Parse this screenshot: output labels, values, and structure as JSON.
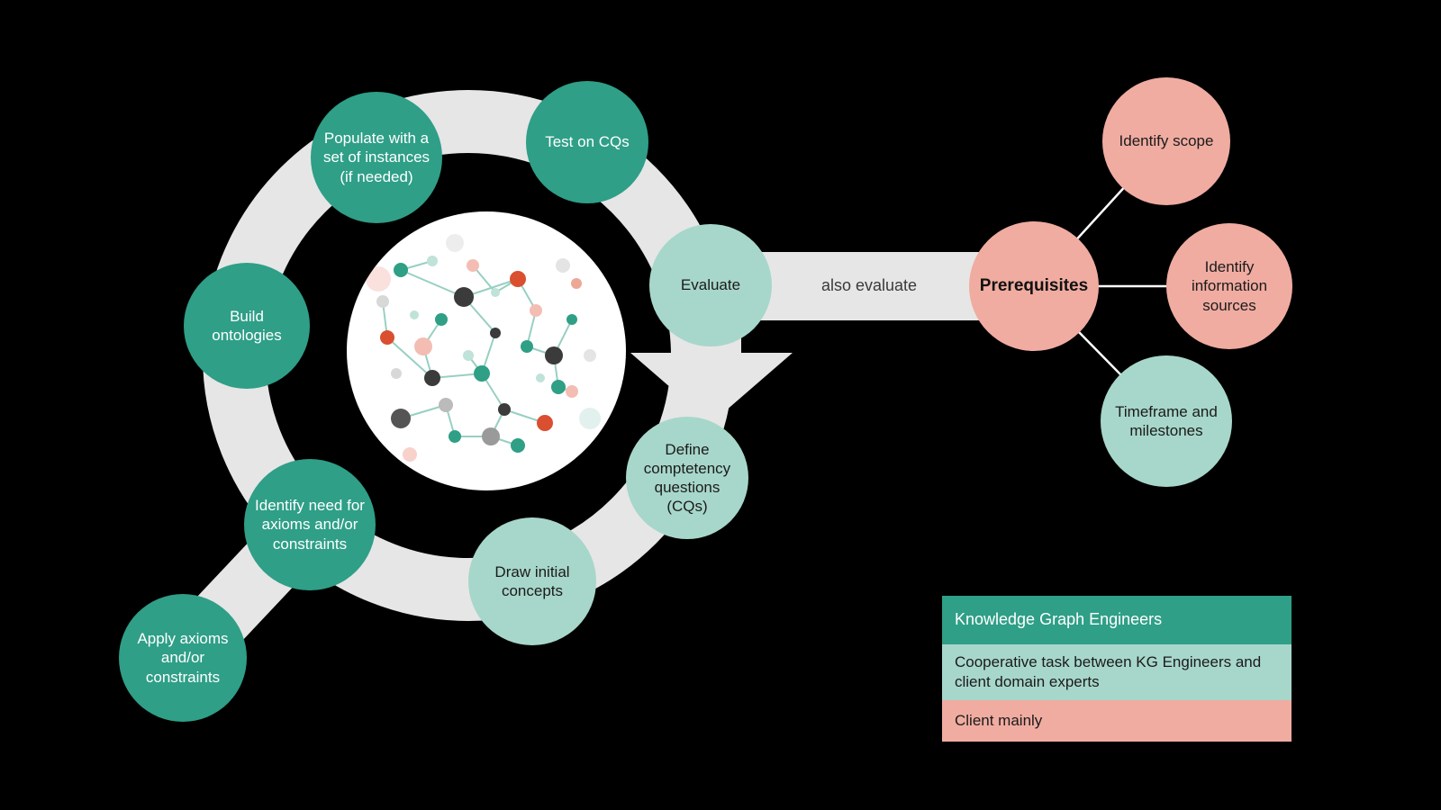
{
  "colors": {
    "engineer": "#2f9f87",
    "cooperative": "#a7d7ca",
    "client": "#f0aca1",
    "band": "#e6e6e6",
    "background": "#000000"
  },
  "cycle": {
    "steps": [
      {
        "label": "Populate with a set of instances (if needed)",
        "role": "engineer"
      },
      {
        "label": "Test on CQs",
        "role": "engineer"
      },
      {
        "label": "Evaluate",
        "role": "cooperative"
      },
      {
        "label": "Define comptetency questions (CQs)",
        "role": "cooperative"
      },
      {
        "label": "Draw initial concepts",
        "role": "cooperative"
      },
      {
        "label": "Identify need for axioms and/or constraints",
        "role": "engineer"
      },
      {
        "label": "Apply axioms and/or constraints",
        "role": "engineer"
      },
      {
        "label": "Build ontologies",
        "role": "engineer"
      }
    ]
  },
  "connector": {
    "label": "also evaluate"
  },
  "prerequisites": {
    "hub_label": "Prerequisites",
    "items": [
      {
        "label": "Identify scope",
        "role": "client"
      },
      {
        "label": "Identify information sources",
        "role": "client"
      },
      {
        "label": "Timeframe and milestones",
        "role": "cooperative"
      }
    ]
  },
  "legend": {
    "rows": [
      {
        "label": "Knowledge Graph Engineers",
        "role": "engineer"
      },
      {
        "label": "Cooperative task between KG Engineers and client domain experts",
        "role": "cooperative"
      },
      {
        "label": "Client mainly",
        "role": "client"
      }
    ]
  }
}
